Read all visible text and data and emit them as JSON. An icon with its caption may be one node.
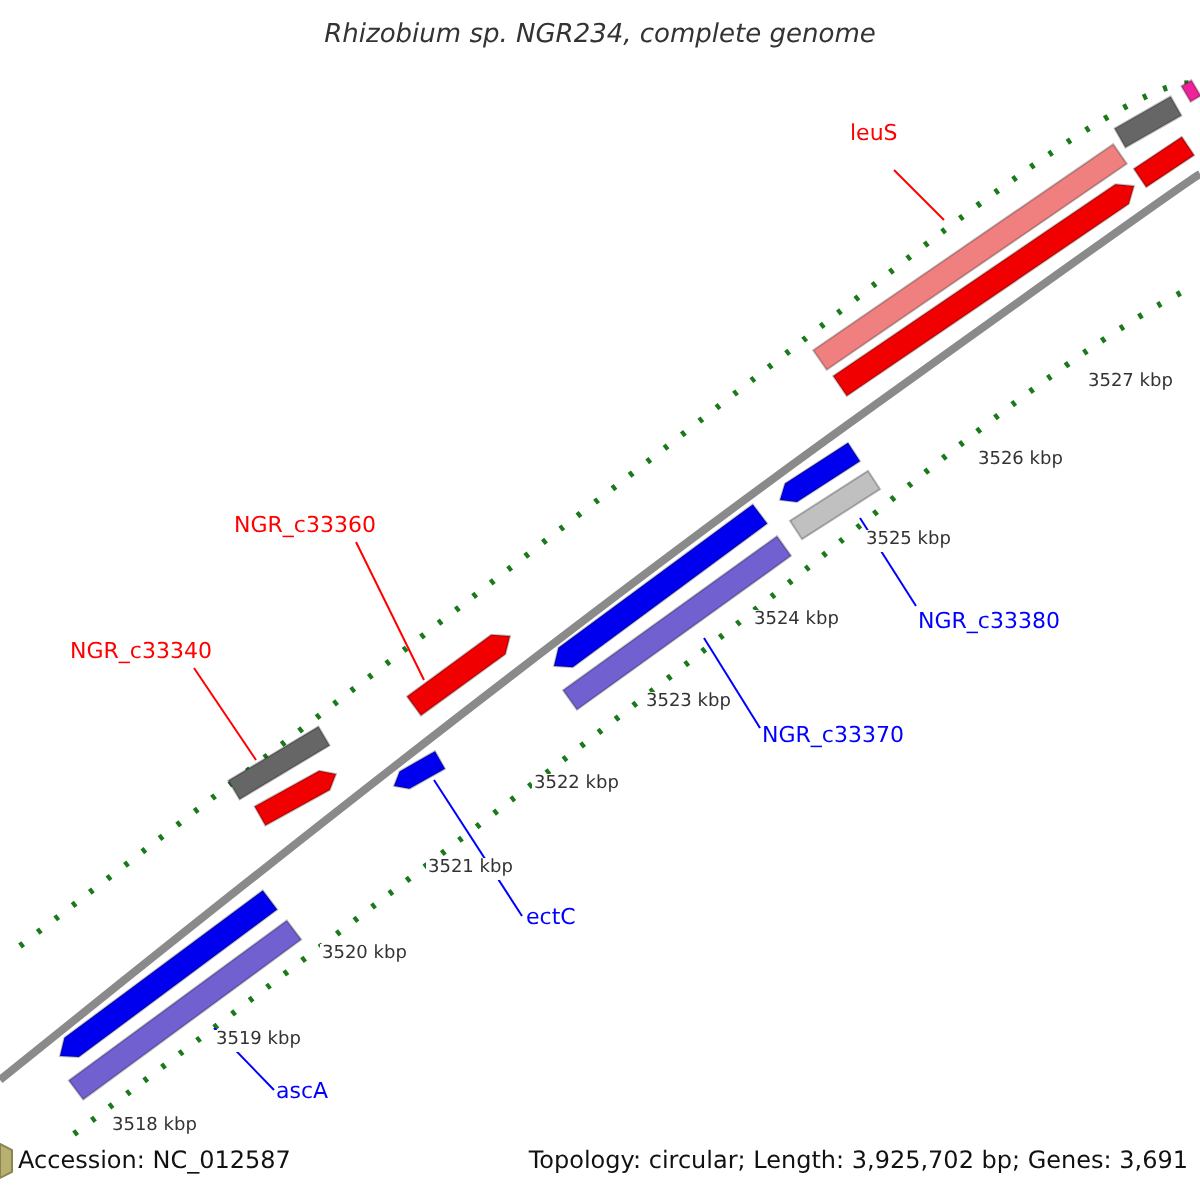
{
  "diagram": {
    "title": "Rhizobium sp. NGR234, complete genome",
    "nodes": [
      {
        "text": [
          "leuS"
        ]
      },
      {
        "text": [
          "NGR_c33360"
        ]
      },
      {
        "text": [
          "NGR_c33380"
        ]
      },
      {
        "text": [
          "NGR_c33340"
        ]
      },
      {
        "text": [
          "NGR_c33370"
        ]
      },
      {
        "text": [
          "ectC"
        ]
      },
      {
        "text": [
          "ascA"
        ]
      },
      {
        "text": [],
        "shape": "bar"
      },
      {
        "text": [],
        "shape": "bar"
      },
      {
        "text": [],
        "shape": "bar"
      },
      {
        "text": [],
        "shape": "bar"
      },
      {
        "text": [],
        "shape": "bar"
      },
      {
        "text": [],
        "shape": "bar"
      },
      {
        "text": [],
        "shape": "bar"
      }
    ],
    "edges": [
      {
        "from": 0,
        "to": 7,
        "arrow": "none",
        "color": "#ff0000"
      },
      {
        "from": 1,
        "to": 8,
        "arrow": "none",
        "color": "#ff0000"
      },
      {
        "from": 2,
        "to": 9,
        "arrow": "none"
      },
      {
        "from": 3,
        "to": 10,
        "arrow": "none",
        "color": "#ff0000"
      },
      {
        "from": 4,
        "to": 11,
        "arrow": "none"
      },
      {
        "from": 5,
        "to": 12,
        "arrow": "none"
      },
      {
        "from": 6,
        "to": 13,
        "arrow": "none"
      }
    ],
    "labels": [
      "3527 kbp",
      "3526 kbp",
      "3525 kbp",
      "3524 kbp",
      "3523 kbp",
      "3522 kbp",
      "3521 kbp",
      "3520 kbp",
      "3519 kbp",
      "3518 kbp",
      "Accession: NC_012587",
      "Topology: circular; Length: 3,925,702 bp; Genes: 3,691"
    ]
  }
}
